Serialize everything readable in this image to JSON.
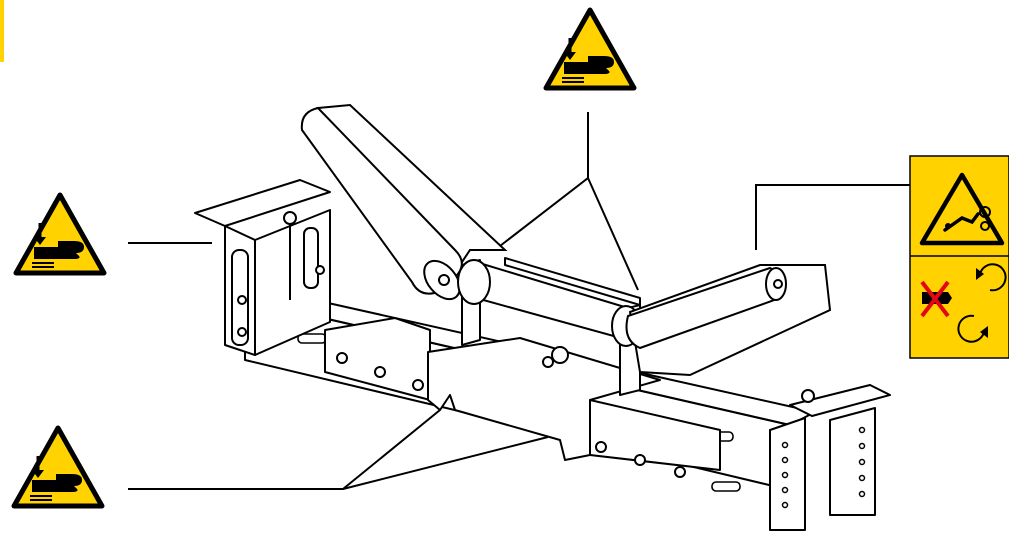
{
  "figure": {
    "subject": "troughing-idler-frame-with-rollers",
    "colors": {
      "warning_yellow": "#ffd200",
      "outline_black": "#000000",
      "background": "#ffffff",
      "prohibition_red": "#e30613"
    }
  },
  "warning_signs": [
    {
      "id": "crush-hand-left-top",
      "icon": "hand-crush-warning-icon"
    },
    {
      "id": "crush-hand-left-bottom",
      "icon": "hand-crush-warning-icon"
    },
    {
      "id": "crush-hand-top-center",
      "icon": "hand-crush-warning-icon"
    },
    {
      "id": "entanglement-panel-right",
      "icons": [
        "entanglement-warning-icon",
        "no-reaching-rotating-parts-icon"
      ]
    }
  ]
}
